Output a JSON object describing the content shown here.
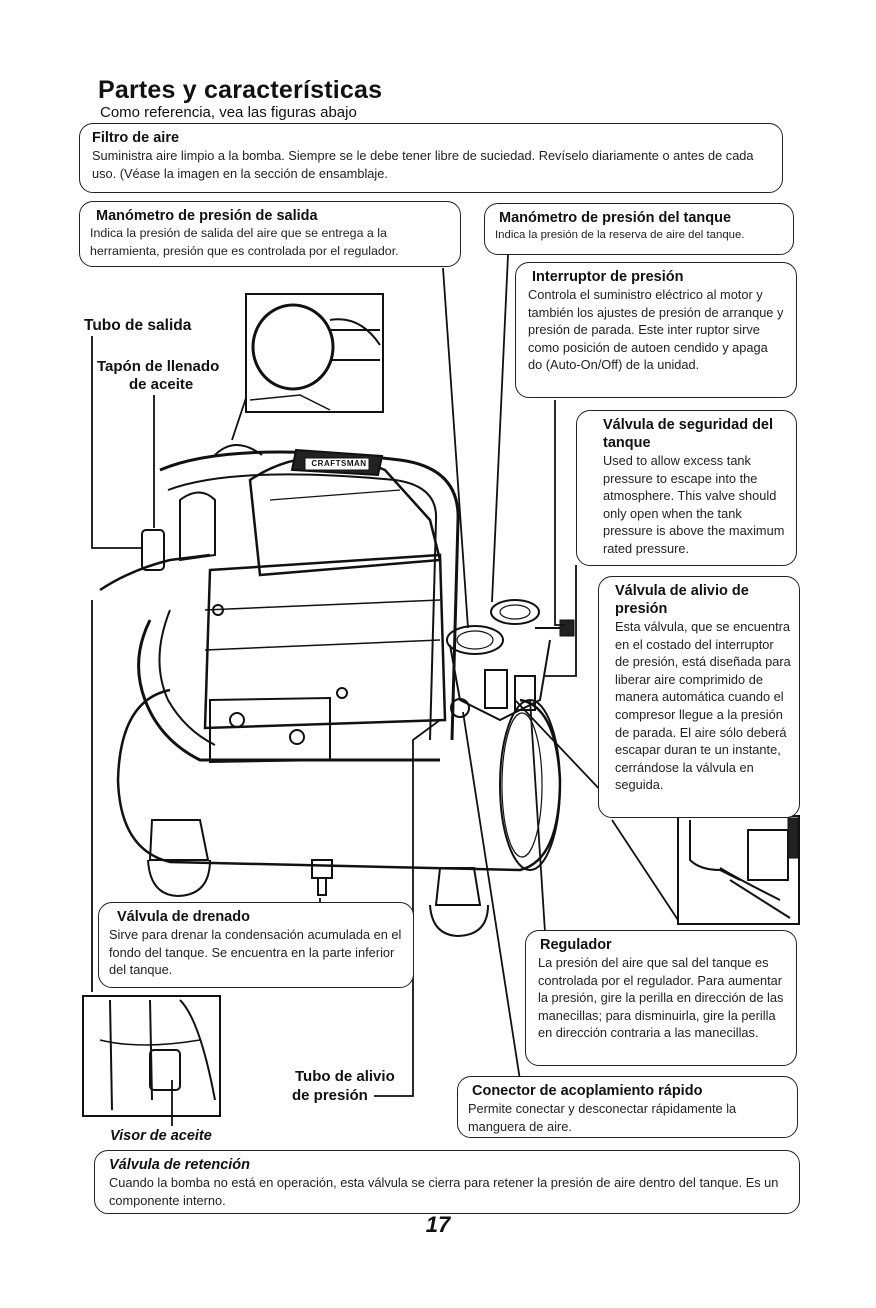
{
  "header": {
    "title": "Partes y características",
    "subtitle": "Como referencia, vea las figuras abajo"
  },
  "callouts": {
    "air_filter": {
      "title": "Filtro de aire",
      "body": "Suministra aire limpio a la bomba. Siempre se le debe tener libre de suciedad. Revíselo diariamente o antes de cada uso. (Véase la imagen en la sección de ensamblaje."
    },
    "outlet_gauge": {
      "title": "Manómetro de presión de salida",
      "body": "Indica la presión de salida del aire que se entrega a la herramienta, presión que es controlada por el regulador."
    },
    "tank_gauge": {
      "title": "Manómetro de presión del tanque",
      "body": "Indica la presión de la reserva de aire del tanque."
    },
    "pressure_switch": {
      "title": "Interruptor de presión",
      "body": "Controla el suministro eléctrico al motor y también los ajustes de presión de arranque y presión de parada. Este inter ruptor sirve como posición de autoen cendido y apaga do (Auto-On/Off) de la unidad."
    },
    "tank_safety_valve": {
      "title": "Válvula de seguridad del tanque",
      "body": "Used to allow excess tank pressure to escape into the atmosphere. This valve should only open when the tank pressure is above the maximum rated pressure."
    },
    "relief_valve": {
      "title": "Válvula de alivio de presión",
      "body": "Esta válvula, que se encuentra en el costado del interruptor de presión, está diseñada para liberar aire comprimido de manera automática cuando el compresor llegue a la presión de parada. El aire sólo deberá escapar duran te un instante, cerrándose la válvula en seguida."
    },
    "drain_valve": {
      "title": "Válvula de drenado",
      "body": "Sirve para drenar la condensación acumulada en el fondo del tanque. Se encuentra en la parte inferior del tanque."
    },
    "regulator": {
      "title": "Regulador",
      "body": "La presión del aire que sal del tanque es controlada por el regulador. Para aumentar la presión, gire la perilla en dirección de las manecillas; para disminuirla, gire la perilla en dirección contraria a las manecillas."
    },
    "quick_coupler": {
      "title": "Conector de acoplamiento rápido",
      "body": "Permite conectar y desconectar rápidamente la manguera de aire."
    },
    "check_valve": {
      "title": "Válvula de retención",
      "body": "Cuando la bomba no está en operación, esta válvula se cierra para retener la presión de aire dentro del tanque. Es un componente interno."
    }
  },
  "labels": {
    "outlet_tube": "Tubo de salida",
    "oil_fill_cap_line1": "Tapón de llenado",
    "oil_fill_cap_line2": "de aceite",
    "relief_tube_line1": "Tubo de alivio",
    "relief_tube_line2": "de presión",
    "oil_sight": "Visor de aceite",
    "brand": "CRAFTSMAN"
  },
  "page_number": "17"
}
